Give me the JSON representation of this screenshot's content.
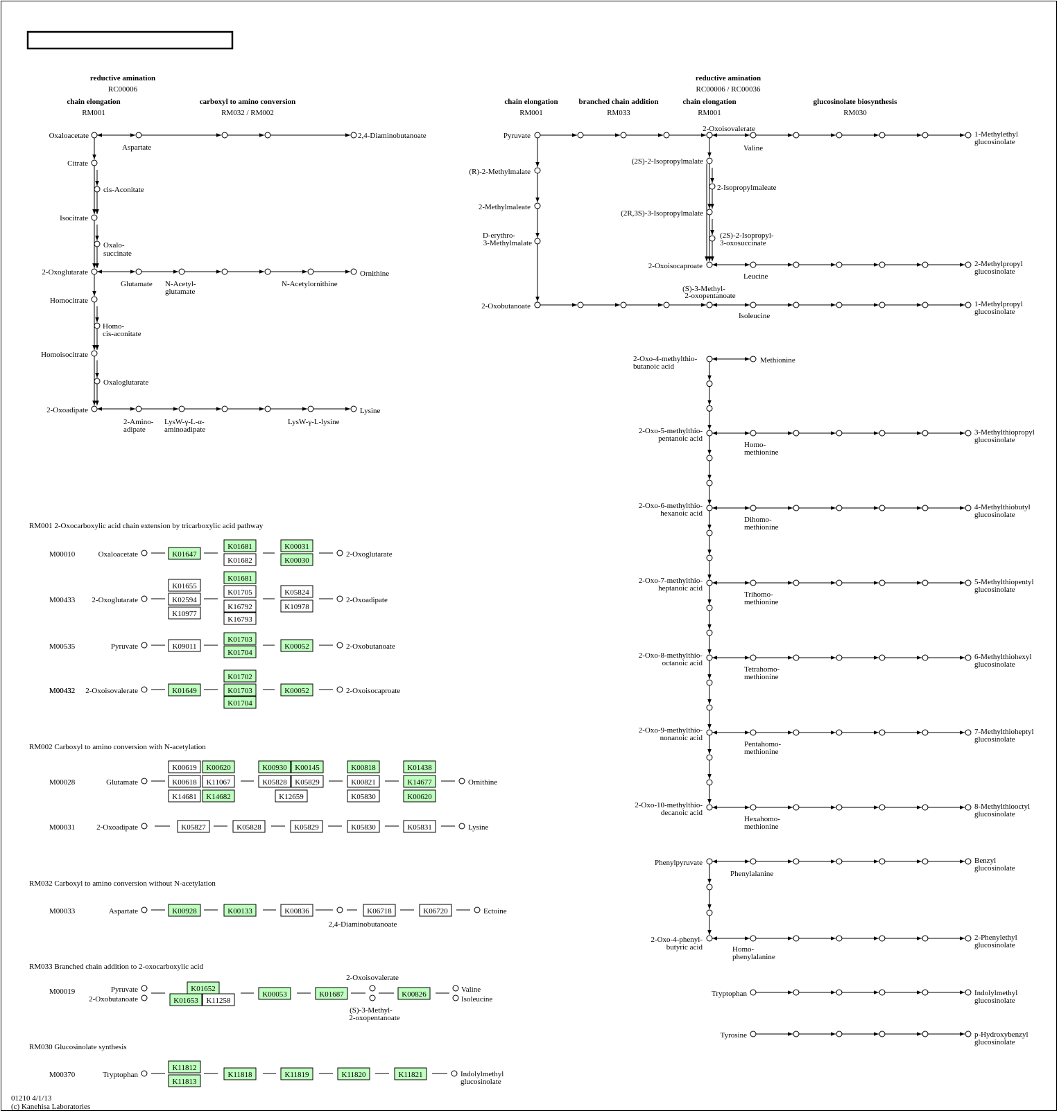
{
  "title": "2-OXOCARBOXYLIC ACID METABOLISM",
  "footer": {
    "id": "01210 4/1/13",
    "copyright": "(c) Kanehisa Laboratories"
  },
  "colors": {
    "highlight_fill": "#bfffbf",
    "line": "#000000",
    "background": "#ffffff"
  },
  "headers": {
    "left": [
      {
        "bold": "reductive amination",
        "sub": "RC00006"
      },
      {
        "bold": "chain elongation",
        "sub": "RM001"
      },
      {
        "bold": "carboxyl to amino conversion",
        "sub": "RM032 / RM002"
      }
    ],
    "right": [
      {
        "bold": "reductive amination",
        "sub": "RC00006 / RC00036"
      },
      {
        "bold": "chain elongation",
        "sub": "RM001"
      },
      {
        "bold": "branched chain addition",
        "sub": "RM033"
      },
      {
        "bold": "chain elongation",
        "sub": "RM001"
      },
      {
        "bold": "glucosinolate biosynthesis",
        "sub": "RM030"
      }
    ]
  },
  "compounds_left": {
    "oxaloacetate": "Oxaloacetate",
    "aspartate": "Aspartate",
    "diaminobutanoate": "2,4-Diaminobutanoate",
    "citrate": "Citrate",
    "cis_aconitate": "cis-Aconitate",
    "isocitrate": "Isocitrate",
    "oxalo1": "Oxalo-",
    "oxalo2": "succinate",
    "oxoglutarate": "2-Oxoglutarate",
    "glutamate": "Glutamate",
    "nacetylglu1": "N-Acetyl-",
    "nacetylglu2": "glutamate",
    "nacetylorn": "N-Acetylornithine",
    "ornithine": "Ornithine",
    "homocitrate": "Homocitrate",
    "homocis1": "Homo-",
    "homocis2": "cis-aconitate",
    "homoisocitrate": "Homoisocitrate",
    "oxaloglutarate": "Oxaloglutarate",
    "oxoadipate": "2-Oxoadipate",
    "aminoadipate1": "2-Amino-",
    "aminoadipate2": "adipate",
    "lysw1": "LysW-γ-L-α-",
    "lysw2": "aminoadipate",
    "lyswlys": "LysW-γ-L-lysine",
    "lysine": "Lysine"
  },
  "compounds_right": {
    "pyruvate": "Pyruvate",
    "methylmalate": "(R)-2-Methylmalate",
    "methylmaleate": "2-Methylmaleate",
    "erythro1": "D-erythro-",
    "erythro2": "3-Methylmalate",
    "oxobutanoate": "2-Oxobutanoate",
    "oxoisovalerate": "2-Oxoisovalerate",
    "valine": "Valine",
    "ipm": "(2S)-2-Isopropylmalate",
    "ipmaleate": "2-Isopropylmaleate",
    "ipm3": "(2R,3S)-3-Isopropylmalate",
    "ipoxo1": "(2S)-2-Isopropyl-",
    "ipoxo2": "3-oxosuccinate",
    "oxoisocaproate": "2-Oxoisocaproate",
    "leucine": "Leucine",
    "methyloxo1": "(S)-3-Methyl-",
    "methyloxo2": "2-oxopentanoate",
    "isoleucine": "Isoleucine",
    "g1a": "1-Methylethyl",
    "g1b": "glucosinolate",
    "g2a": "2-Methylpropyl",
    "g2b": "glucosinolate",
    "g3a": "1-Methylpropyl",
    "g3b": "glucosinolate",
    "met4a": "2-Oxo-4-methylthio-",
    "met4b": "butanoic acid",
    "methionine": "Methionine",
    "met5a": "2-Oxo-5-methylthio-",
    "met5b": "pentanoic acid",
    "hm1a": "Homo-",
    "hm1b": "methionine",
    "g5a": "3-Methylthiopropyl",
    "g5b": "glucosinolate",
    "met6a": "2-Oxo-6-methylthio-",
    "met6b": "hexanoic acid",
    "hm2a": "Dihomo-",
    "hm2b": "methionine",
    "g6a": "4-Methylthiobutyl",
    "g6b": "glucosinolate",
    "met7a": "2-Oxo-7-methylthio-",
    "met7b": "heptanoic acid",
    "hm3a": "Trihomo-",
    "hm3b": "methionine",
    "g7a": "5-Methylthiopentyl",
    "g7b": "glucosinolate",
    "met8a": "2-Oxo-8-methylthio-",
    "met8b": "octanoic acid",
    "hm4a": "Tetrahomo-",
    "hm4b": "methionine",
    "g8a": "6-Methylthiohexyl",
    "g8b": "glucosinolate",
    "met9a": "2-Oxo-9-methylthio-",
    "met9b": "nonanoic acid",
    "hm5a": "Pentahomo-",
    "hm5b": "methionine",
    "g9a": "7-Methylthioheptyl",
    "g9b": "glucosinolate",
    "met10a": "2-Oxo-10-methylthio-",
    "met10b": "decanoic acid",
    "hm6a": "Hexahomo-",
    "hm6b": "methionine",
    "g10a": "8-Methylthiooctyl",
    "g10b": "glucosinolate",
    "phenylpyruvate": "Phenylpyruvate",
    "phenylalanine": "Phenylalanine",
    "gba": "Benzyl",
    "gbb": "glucosinolate",
    "oxophen1": "2-Oxo-4-phenyl-",
    "oxophen2": "butyric acid",
    "homophe1": "Homo-",
    "homophe2": "phenylalanine",
    "gpa": "2-Phenylethyl",
    "gpb": "glucosinolate",
    "tryptophan": "Tryptophan",
    "gia": "Indolylmethyl",
    "gib": "glucosinolate",
    "tyrosine": "Tyrosine",
    "gta": "p-Hydroxybenzyl",
    "gtb": "glucosinolate"
  },
  "modules": {
    "sections": [
      {
        "id": "RM001",
        "text": "2-Oxocarboxylic acid chain extension by tricarboxylic acid pathway"
      },
      {
        "id": "RM002",
        "text": "Carboxyl to amino conversion with N-acetylation"
      },
      {
        "id": "RM032",
        "text": "Carboxyl to amino conversion without N-acetylation"
      },
      {
        "id": "RM033",
        "text": "Branched chain addition to 2-oxocarboxylic acid"
      },
      {
        "id": "RM030",
        "text": "Glucosinolate synthesis"
      }
    ],
    "rows": [
      {
        "module": "M00010",
        "start": "Oxaloacetate",
        "end": "2-Oxoglutarate"
      },
      {
        "module": "M00433",
        "start": "2-Oxoglutarate",
        "end": "2-Oxoadipate"
      },
      {
        "module": "M00535",
        "start": "Pyruvate",
        "end": "2-Oxobutanoate"
      },
      {
        "module": "M00432",
        "start": "2-Oxoisovalerate",
        "end": "2-Oxoisocaproate"
      },
      {
        "module": "M00028",
        "start": "Glutamate",
        "end": "Ornithine"
      },
      {
        "module": "M00031",
        "start": "2-Oxoadipate",
        "end": "Lysine"
      },
      {
        "module": "M00033",
        "start": "Aspartate",
        "end": "Ectoine",
        "mid": "2,4-Diaminobutanoate"
      },
      {
        "module": "M00019",
        "start": "Pyruvate",
        "start2": "2-Oxobutanoate",
        "end": "Valine",
        "end2": "Isoleucine",
        "midtop": "2-Oxoisovalerate",
        "midbot1": "(S)-3-Methyl-",
        "midbot2": "2-oxopentanoate"
      },
      {
        "module": "M00370",
        "start": "Tryptophan",
        "end1": "Indolylmethyl",
        "end2": "glucosinolate"
      }
    ],
    "ko_boxes": [
      {
        "ko": "K01647",
        "hl": true
      },
      {
        "ko": "K01681",
        "hl": true
      },
      {
        "ko": "K01682",
        "hl": false
      },
      {
        "ko": "K00031",
        "hl": true
      },
      {
        "ko": "K00030",
        "hl": true
      },
      {
        "ko": "K01655",
        "hl": false
      },
      {
        "ko": "K02594",
        "hl": false
      },
      {
        "ko": "K10977",
        "hl": false
      },
      {
        "ko": "K01681",
        "hl": true
      },
      {
        "ko": "K01705",
        "hl": false
      },
      {
        "ko": "K16792",
        "hl": false
      },
      {
        "ko": "K16793",
        "hl": false
      },
      {
        "ko": "K05824",
        "hl": false
      },
      {
        "ko": "K10978",
        "hl": false
      },
      {
        "ko": "K09011",
        "hl": false
      },
      {
        "ko": "K01703",
        "hl": true
      },
      {
        "ko": "K01704",
        "hl": true
      },
      {
        "ko": "K00052",
        "hl": true
      },
      {
        "ko": "K01649",
        "hl": true
      },
      {
        "ko": "K01702",
        "hl": true
      },
      {
        "ko": "K01703",
        "hl": true
      },
      {
        "ko": "K01704",
        "hl": true
      },
      {
        "ko": "K00052",
        "hl": true
      },
      {
        "ko": "K00619",
        "hl": false
      },
      {
        "ko": "K00620",
        "hl": true
      },
      {
        "ko": "K00618",
        "hl": false
      },
      {
        "ko": "K11067",
        "hl": false
      },
      {
        "ko": "K14681",
        "hl": false
      },
      {
        "ko": "K14682",
        "hl": true
      },
      {
        "ko": "K00930",
        "hl": true
      },
      {
        "ko": "K00145",
        "hl": true
      },
      {
        "ko": "K05828",
        "hl": false
      },
      {
        "ko": "K05829",
        "hl": false
      },
      {
        "ko": "K12659",
        "hl": false
      },
      {
        "ko": "K00818",
        "hl": true
      },
      {
        "ko": "K00821",
        "hl": false
      },
      {
        "ko": "K05830",
        "hl": false
      },
      {
        "ko": "K01438",
        "hl": true
      },
      {
        "ko": "K14677",
        "hl": true
      },
      {
        "ko": "K00620",
        "hl": true
      },
      {
        "ko": "K05827",
        "hl": false
      },
      {
        "ko": "K05828",
        "hl": false
      },
      {
        "ko": "K05829",
        "hl": false
      },
      {
        "ko": "K05830",
        "hl": false
      },
      {
        "ko": "K05831",
        "hl": false
      },
      {
        "ko": "K00928",
        "hl": true
      },
      {
        "ko": "K00133",
        "hl": true
      },
      {
        "ko": "K00836",
        "hl": false
      },
      {
        "ko": "K06718",
        "hl": false
      },
      {
        "ko": "K06720",
        "hl": false
      },
      {
        "ko": "K01652",
        "hl": true
      },
      {
        "ko": "K01653",
        "hl": true
      },
      {
        "ko": "K11258",
        "hl": false
      },
      {
        "ko": "K00053",
        "hl": true
      },
      {
        "ko": "K01687",
        "hl": true
      },
      {
        "ko": "K00826",
        "hl": true
      },
      {
        "ko": "K11812",
        "hl": true
      },
      {
        "ko": "K11813",
        "hl": true
      },
      {
        "ko": "K11818",
        "hl": true
      },
      {
        "ko": "K11819",
        "hl": true
      },
      {
        "ko": "K11820",
        "hl": true
      },
      {
        "ko": "K11821",
        "hl": true
      }
    ]
  }
}
